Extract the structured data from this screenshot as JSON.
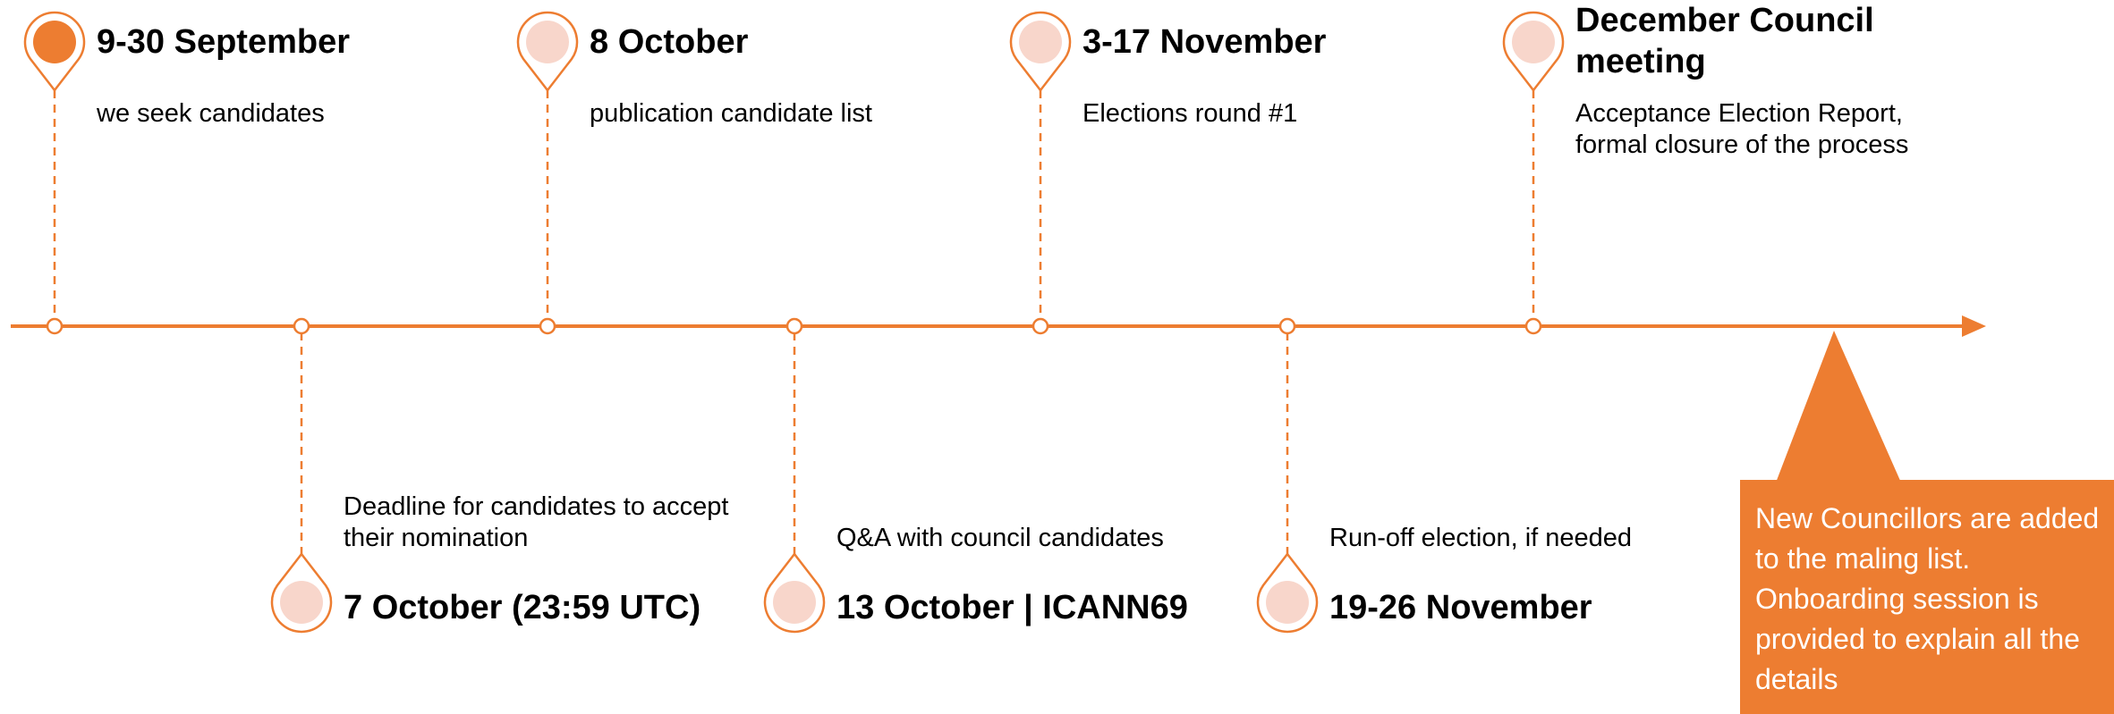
{
  "colors": {
    "accent": "#ED7D31",
    "pin_fill_light": "#F8D6CB",
    "callout_text": "#FFFFFF",
    "text": "#000000"
  },
  "events": [
    {
      "date": "9-30 September",
      "description": "we seek candidates",
      "position": "top",
      "highlighted": true
    },
    {
      "date": "7 October (23:59 UTC)",
      "description": "Deadline for candidates to accept their nomination",
      "position": "bottom",
      "highlighted": false
    },
    {
      "date": "8 October",
      "description": "publication candidate list",
      "position": "top",
      "highlighted": false
    },
    {
      "date": "13 October | ICANN69",
      "description": "Q&A with council candidates",
      "position": "bottom",
      "highlighted": false
    },
    {
      "date": "3-17 November",
      "description": "Elections round #1",
      "position": "top",
      "highlighted": false
    },
    {
      "date": "19-26 November",
      "description": "Run-off election, if needed",
      "position": "bottom",
      "highlighted": false
    },
    {
      "date": "December Council meeting",
      "description": "Acceptance Election Report, formal closure of the process",
      "position": "top",
      "highlighted": false
    }
  ],
  "callout": {
    "text": "New Councillors are added to the maling list. Onboarding session is provided to explain all the details"
  }
}
